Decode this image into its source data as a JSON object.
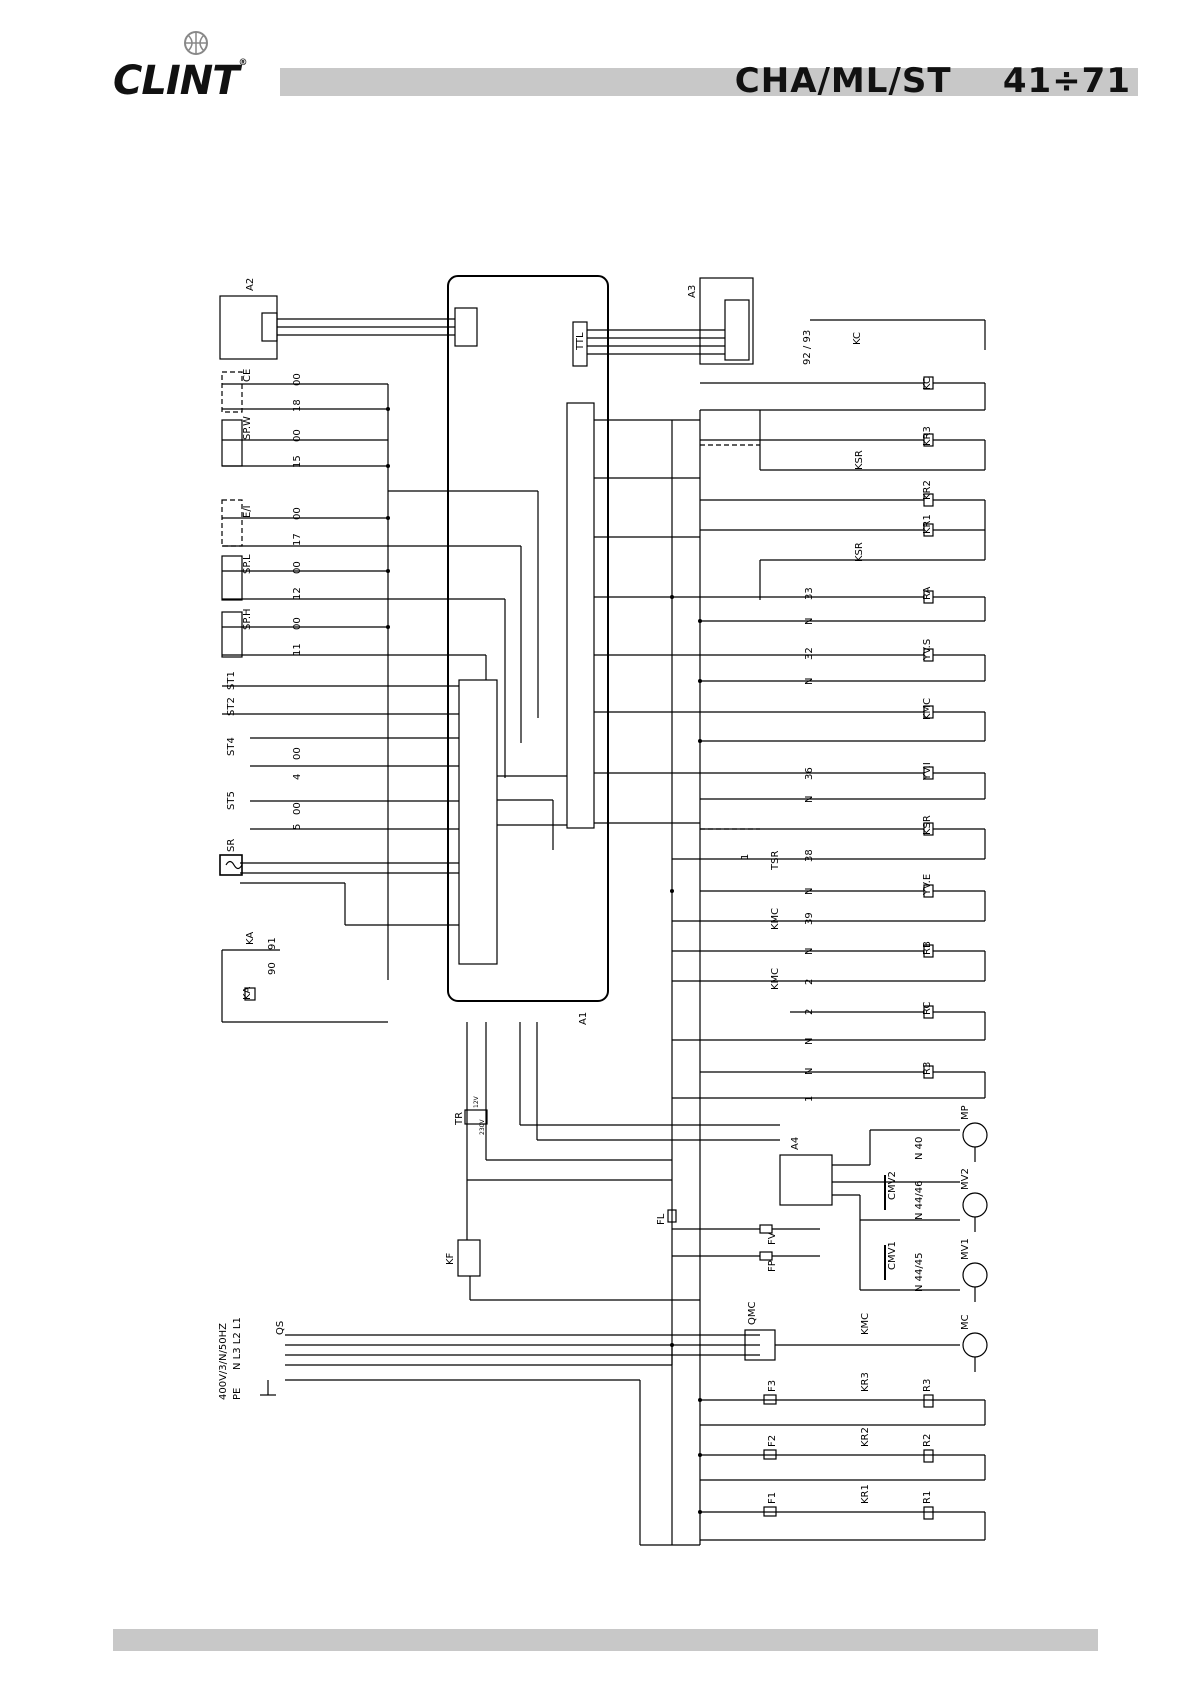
{
  "header": {
    "brand": "CLINT",
    "model": "CHA/ML/ST    41÷71"
  },
  "diagram": {
    "blocks": {
      "a1": "A1",
      "a2": "A2",
      "a3": "A3",
      "a4": "A4",
      "ttl": "TTL",
      "tr": "TR",
      "kf": "KF",
      "fl": "FL",
      "qs": "QS",
      "qmc": "QMC",
      "supply": "400V/3/N/50HZ",
      "supply_pe": "PE",
      "supply_lines": "N L3 L2 L1"
    },
    "left_components": [
      {
        "name": "CE",
        "wires": [
          "18",
          "00"
        ]
      },
      {
        "name": "SP.W",
        "wires": [
          "15",
          "00"
        ]
      },
      {
        "name": "E/I",
        "wires": [
          "17",
          "00"
        ]
      },
      {
        "name": "SP.L",
        "wires": [
          "12",
          "00"
        ]
      },
      {
        "name": "SP.H",
        "wires": [
          "11",
          "00"
        ]
      },
      {
        "name": "ST1",
        "wires": []
      },
      {
        "name": "ST2",
        "wires": []
      },
      {
        "name": "ST4",
        "wires": [
          "4",
          "00"
        ]
      },
      {
        "name": "ST5",
        "wires": [
          "5",
          "00"
        ]
      },
      {
        "name": "SR",
        "wires": []
      },
      {
        "name": "KA",
        "wires": [
          "90",
          "91"
        ]
      }
    ],
    "right_rows": [
      {
        "wire": "92 / 93",
        "contact": "KC",
        "load": ""
      },
      {
        "wire": "",
        "contact": "",
        "load": "KC"
      },
      {
        "wire": "",
        "contact": "KSR",
        "load": "KR3"
      },
      {
        "wire": "",
        "contact": "",
        "load": "KR2"
      },
      {
        "wire": "",
        "contact": "KSR",
        "load": "KR1"
      },
      {
        "wire": "33",
        "contact": "",
        "load": "RA"
      },
      {
        "wire": "N",
        "contact": "",
        "load": ""
      },
      {
        "wire": "32",
        "contact": "",
        "load": "YV.S"
      },
      {
        "wire": "N",
        "contact": "",
        "load": "KMC"
      },
      {
        "wire": "36",
        "contact": "",
        "load": "YV.I"
      },
      {
        "wire": "N",
        "contact": "",
        "load": "KSR"
      },
      {
        "wire": "38",
        "contact": "TSR",
        "load": ""
      },
      {
        "wire": "N",
        "contact": "",
        "load": "YV.E"
      },
      {
        "wire": "39",
        "contact": "KMC",
        "load": ""
      },
      {
        "wire": "N",
        "contact": "",
        "load": "RB"
      },
      {
        "wire": "2",
        "contact": "KMC",
        "load": ""
      },
      {
        "wire": "2",
        "contact": "",
        "load": "RC"
      },
      {
        "wire": "N",
        "contact": "",
        "load": ""
      },
      {
        "wire": "N",
        "contact": "",
        "load": "R3"
      },
      {
        "wire": "1",
        "contact": "",
        "load": ""
      }
    ],
    "motors": [
      {
        "name": "MP",
        "wire": "N 40"
      },
      {
        "name": "MV2",
        "wire": "N 44/46",
        "cap": "CMV2"
      },
      {
        "name": "MV1",
        "wire": "N 44/45",
        "cap": "CMV1"
      },
      {
        "name": "MC",
        "wire": ""
      }
    ],
    "fuses": [
      "FV",
      "FP",
      "F3",
      "F2",
      "F1"
    ],
    "heaters": [
      {
        "contact": "KR3",
        "res": "R3"
      },
      {
        "contact": "KR2",
        "res": "R2"
      },
      {
        "contact": "KR1",
        "res": "R1"
      }
    ],
    "tr_taps": [
      "12V",
      "230V"
    ],
    "misc": {
      "kmc_main": "KMC",
      "tsr_tap": "1"
    }
  }
}
